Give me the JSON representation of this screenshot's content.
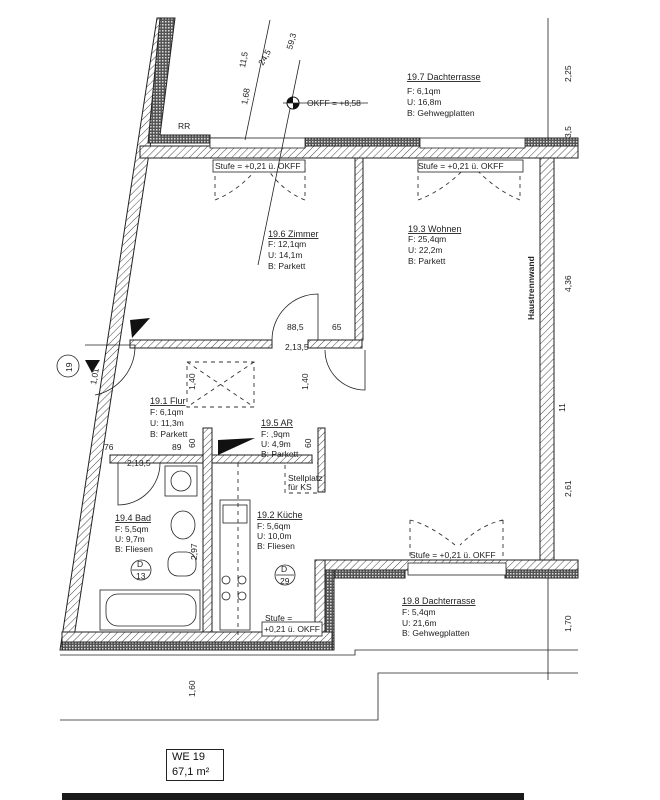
{
  "rooms": [
    {
      "id": "19.7",
      "name": "19.7 Dachterrasse",
      "area": "F: 6,1qm",
      "perimeter": "U: 16,8m",
      "floor": "B: Gehwegplatten"
    },
    {
      "id": "19.6",
      "name": "19.6 Zimmer",
      "area": "F: 12,1qm",
      "perimeter": "U: 14,1m",
      "floor": "B: Parkett"
    },
    {
      "id": "19.3",
      "name": "19.3 Wohnen",
      "area": "F: 25,4qm",
      "perimeter": "U: 22,2m",
      "floor": "B: Parkett"
    },
    {
      "id": "19.1",
      "name": "19.1 Flur",
      "area": "F: 6,1qm",
      "perimeter": "U: 11,3m",
      "floor": "B: Parkett"
    },
    {
      "id": "19.5",
      "name": "19.5 AR",
      "area": "F: ,9qm",
      "perimeter": "U: 4,9m",
      "floor": "B: Parkett"
    },
    {
      "id": "19.4",
      "name": "19.4 Bad",
      "area": "F: 5,5qm",
      "perimeter": "U: 9,7m",
      "floor": "B: Fliesen"
    },
    {
      "id": "19.2",
      "name": "19.2 Küche",
      "area": "F: 5,6qm",
      "perimeter": "U: 10,0m",
      "floor": "B: Fliesen"
    },
    {
      "id": "19.8",
      "name": "19.8 Dachterrasse",
      "area": "F: 5,4qm",
      "perimeter": "U: 21,6m",
      "floor": "B: Gehwegplatten"
    }
  ],
  "labels": {
    "okff": "OKFF = +8,58",
    "rr": "RR",
    "haustrennwand": "Haustrennwand",
    "stufe": "Stufe = +0,21 ü. OKFF",
    "stufe_a": "Stufe =",
    "stufe_b": "+0,21 ü. OKFF",
    "stellplatz_a": "Stellplatz",
    "stellplatz_b": "für KS",
    "unit_marker": "19",
    "door_d13_top": "D",
    "door_d13_bottom": "13",
    "door_d29_top": "D",
    "door_d29_bottom": "29"
  },
  "dimensions": [
    "2,25",
    "3,5",
    "4,36",
    "2,61",
    "1,70",
    "1,60",
    "1,68",
    "11,5",
    "24,5",
    "59,3",
    "88,5",
    "65",
    "2,13,5",
    "1,40",
    "1,01",
    "76",
    "89",
    "60",
    "2,97",
    "11"
  ],
  "unit": {
    "name": "WE 19",
    "area": "67,1 m²"
  }
}
